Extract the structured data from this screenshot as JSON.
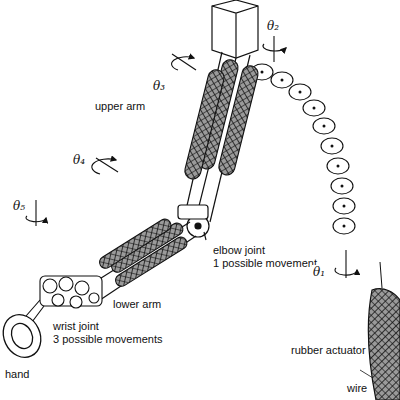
{
  "diagram": {
    "labels": [
      "θ₂",
      "θ₃",
      "upper arm",
      "θ₄",
      "θ₅",
      "elbow joint",
      "1 possible movement",
      "lower arm",
      "wrist joint",
      "3 possible movements",
      "hand",
      "θ₁",
      "rubber actuator",
      "wire"
    ]
  }
}
